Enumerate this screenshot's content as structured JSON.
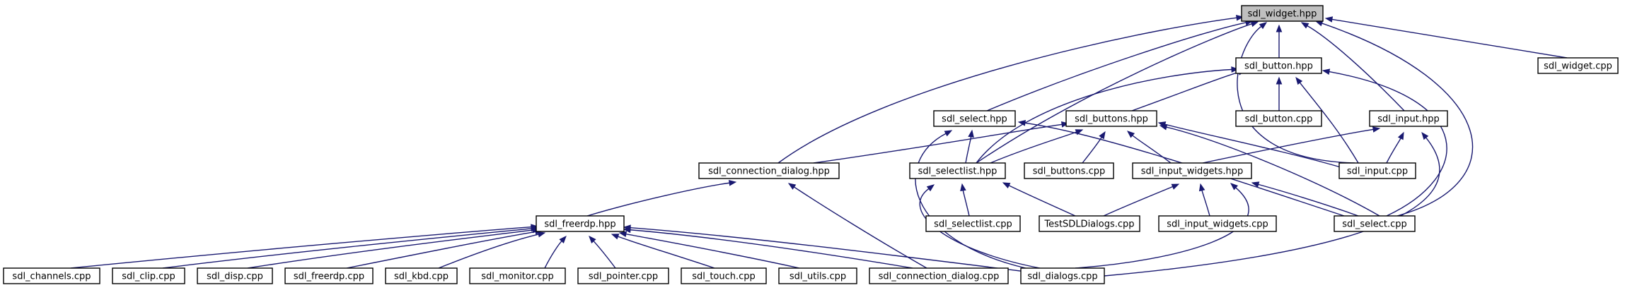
{
  "diagram": {
    "type": "include-dependency-graph",
    "colors": {
      "edge": "#191970",
      "root_fill": "#bfbfbf",
      "node_fill": "#ffffff",
      "border": "#000000"
    },
    "nodes": [
      {
        "id": "sdl_widget_hpp",
        "label": "sdl_widget.hpp",
        "root": true
      },
      {
        "id": "sdl_button_hpp",
        "label": "sdl_button.hpp"
      },
      {
        "id": "sdl_widget_cpp",
        "label": "sdl_widget.cpp"
      },
      {
        "id": "sdl_select_hpp",
        "label": "sdl_select.hpp"
      },
      {
        "id": "sdl_buttons_hpp",
        "label": "sdl_buttons.hpp"
      },
      {
        "id": "sdl_button_cpp",
        "label": "sdl_button.cpp"
      },
      {
        "id": "sdl_input_hpp",
        "label": "sdl_input.hpp"
      },
      {
        "id": "sdl_connection_dialog_hpp",
        "label": "sdl_connection_dialog.hpp"
      },
      {
        "id": "sdl_selectlist_hpp",
        "label": "sdl_selectlist.hpp"
      },
      {
        "id": "sdl_buttons_cpp",
        "label": "sdl_buttons.cpp"
      },
      {
        "id": "sdl_input_widgets_hpp",
        "label": "sdl_input_widgets.hpp"
      },
      {
        "id": "sdl_input_cpp",
        "label": "sdl_input.cpp"
      },
      {
        "id": "sdl_freerdp_hpp",
        "label": "sdl_freerdp.hpp"
      },
      {
        "id": "sdl_selectlist_cpp",
        "label": "sdl_selectlist.cpp"
      },
      {
        "id": "TestSDLDialogs_cpp",
        "label": "TestSDLDialogs.cpp"
      },
      {
        "id": "sdl_input_widgets_cpp",
        "label": "sdl_input_widgets.cpp"
      },
      {
        "id": "sdl_select_cpp",
        "label": "sdl_select.cpp"
      },
      {
        "id": "sdl_channels_cpp",
        "label": "sdl_channels.cpp"
      },
      {
        "id": "sdl_clip_cpp",
        "label": "sdl_clip.cpp"
      },
      {
        "id": "sdl_disp_cpp",
        "label": "sdl_disp.cpp"
      },
      {
        "id": "sdl_freerdp_cpp",
        "label": "sdl_freerdp.cpp"
      },
      {
        "id": "sdl_kbd_cpp",
        "label": "sdl_kbd.cpp"
      },
      {
        "id": "sdl_monitor_cpp",
        "label": "sdl_monitor.cpp"
      },
      {
        "id": "sdl_pointer_cpp",
        "label": "sdl_pointer.cpp"
      },
      {
        "id": "sdl_touch_cpp",
        "label": "sdl_touch.cpp"
      },
      {
        "id": "sdl_utils_cpp",
        "label": "sdl_utils.cpp"
      },
      {
        "id": "sdl_connection_dialog_cpp",
        "label": "sdl_connection_dialog.cpp"
      },
      {
        "id": "sdl_dialogs_cpp",
        "label": "sdl_dialogs.cpp"
      }
    ],
    "edges": [
      {
        "from": "sdl_button_hpp",
        "to": "sdl_widget_hpp"
      },
      {
        "from": "sdl_widget_cpp",
        "to": "sdl_widget_hpp"
      },
      {
        "from": "sdl_select_hpp",
        "to": "sdl_widget_hpp"
      },
      {
        "from": "sdl_input_hpp",
        "to": "sdl_widget_hpp"
      },
      {
        "from": "sdl_connection_dialog_hpp",
        "to": "sdl_widget_hpp"
      },
      {
        "from": "sdl_selectlist_hpp",
        "to": "sdl_widget_hpp"
      },
      {
        "from": "sdl_input_cpp",
        "to": "sdl_widget_hpp"
      },
      {
        "from": "sdl_select_cpp",
        "to": "sdl_widget_hpp"
      },
      {
        "from": "sdl_buttons_hpp",
        "to": "sdl_button_hpp"
      },
      {
        "from": "sdl_button_cpp",
        "to": "sdl_button_hpp"
      },
      {
        "from": "sdl_selectlist_hpp",
        "to": "sdl_button_hpp"
      },
      {
        "from": "sdl_input_cpp",
        "to": "sdl_button_hpp"
      },
      {
        "from": "sdl_select_cpp",
        "to": "sdl_button_hpp"
      },
      {
        "from": "sdl_selectlist_hpp",
        "to": "sdl_select_hpp"
      },
      {
        "from": "sdl_select_cpp",
        "to": "sdl_select_hpp"
      },
      {
        "from": "sdl_dialogs_cpp",
        "to": "sdl_select_hpp"
      },
      {
        "from": "sdl_connection_dialog_hpp",
        "to": "sdl_buttons_hpp"
      },
      {
        "from": "sdl_selectlist_hpp",
        "to": "sdl_buttons_hpp"
      },
      {
        "from": "sdl_buttons_cpp",
        "to": "sdl_buttons_hpp"
      },
      {
        "from": "sdl_input_widgets_hpp",
        "to": "sdl_buttons_hpp"
      },
      {
        "from": "sdl_input_cpp",
        "to": "sdl_buttons_hpp"
      },
      {
        "from": "sdl_select_cpp",
        "to": "sdl_buttons_hpp"
      },
      {
        "from": "sdl_input_widgets_hpp",
        "to": "sdl_input_hpp"
      },
      {
        "from": "sdl_input_cpp",
        "to": "sdl_input_hpp"
      },
      {
        "from": "sdl_dialogs_cpp",
        "to": "sdl_input_hpp"
      },
      {
        "from": "sdl_freerdp_hpp",
        "to": "sdl_connection_dialog_hpp"
      },
      {
        "from": "sdl_connection_dialog_cpp",
        "to": "sdl_connection_dialog_hpp"
      },
      {
        "from": "sdl_selectlist_cpp",
        "to": "sdl_selectlist_hpp"
      },
      {
        "from": "TestSDLDialogs_cpp",
        "to": "sdl_selectlist_hpp"
      },
      {
        "from": "sdl_dialogs_cpp",
        "to": "sdl_selectlist_hpp"
      },
      {
        "from": "TestSDLDialogs_cpp",
        "to": "sdl_input_widgets_hpp"
      },
      {
        "from": "sdl_input_widgets_cpp",
        "to": "sdl_input_widgets_hpp"
      },
      {
        "from": "sdl_select_cpp",
        "to": "sdl_input_widgets_hpp"
      },
      {
        "from": "sdl_dialogs_cpp",
        "to": "sdl_input_widgets_hpp"
      },
      {
        "from": "sdl_channels_cpp",
        "to": "sdl_freerdp_hpp"
      },
      {
        "from": "sdl_clip_cpp",
        "to": "sdl_freerdp_hpp"
      },
      {
        "from": "sdl_disp_cpp",
        "to": "sdl_freerdp_hpp"
      },
      {
        "from": "sdl_freerdp_cpp",
        "to": "sdl_freerdp_hpp"
      },
      {
        "from": "sdl_kbd_cpp",
        "to": "sdl_freerdp_hpp"
      },
      {
        "from": "sdl_monitor_cpp",
        "to": "sdl_freerdp_hpp"
      },
      {
        "from": "sdl_pointer_cpp",
        "to": "sdl_freerdp_hpp"
      },
      {
        "from": "sdl_touch_cpp",
        "to": "sdl_freerdp_hpp"
      },
      {
        "from": "sdl_utils_cpp",
        "to": "sdl_freerdp_hpp"
      },
      {
        "from": "sdl_connection_dialog_cpp",
        "to": "sdl_freerdp_hpp"
      },
      {
        "from": "sdl_dialogs_cpp",
        "to": "sdl_freerdp_hpp"
      }
    ]
  }
}
